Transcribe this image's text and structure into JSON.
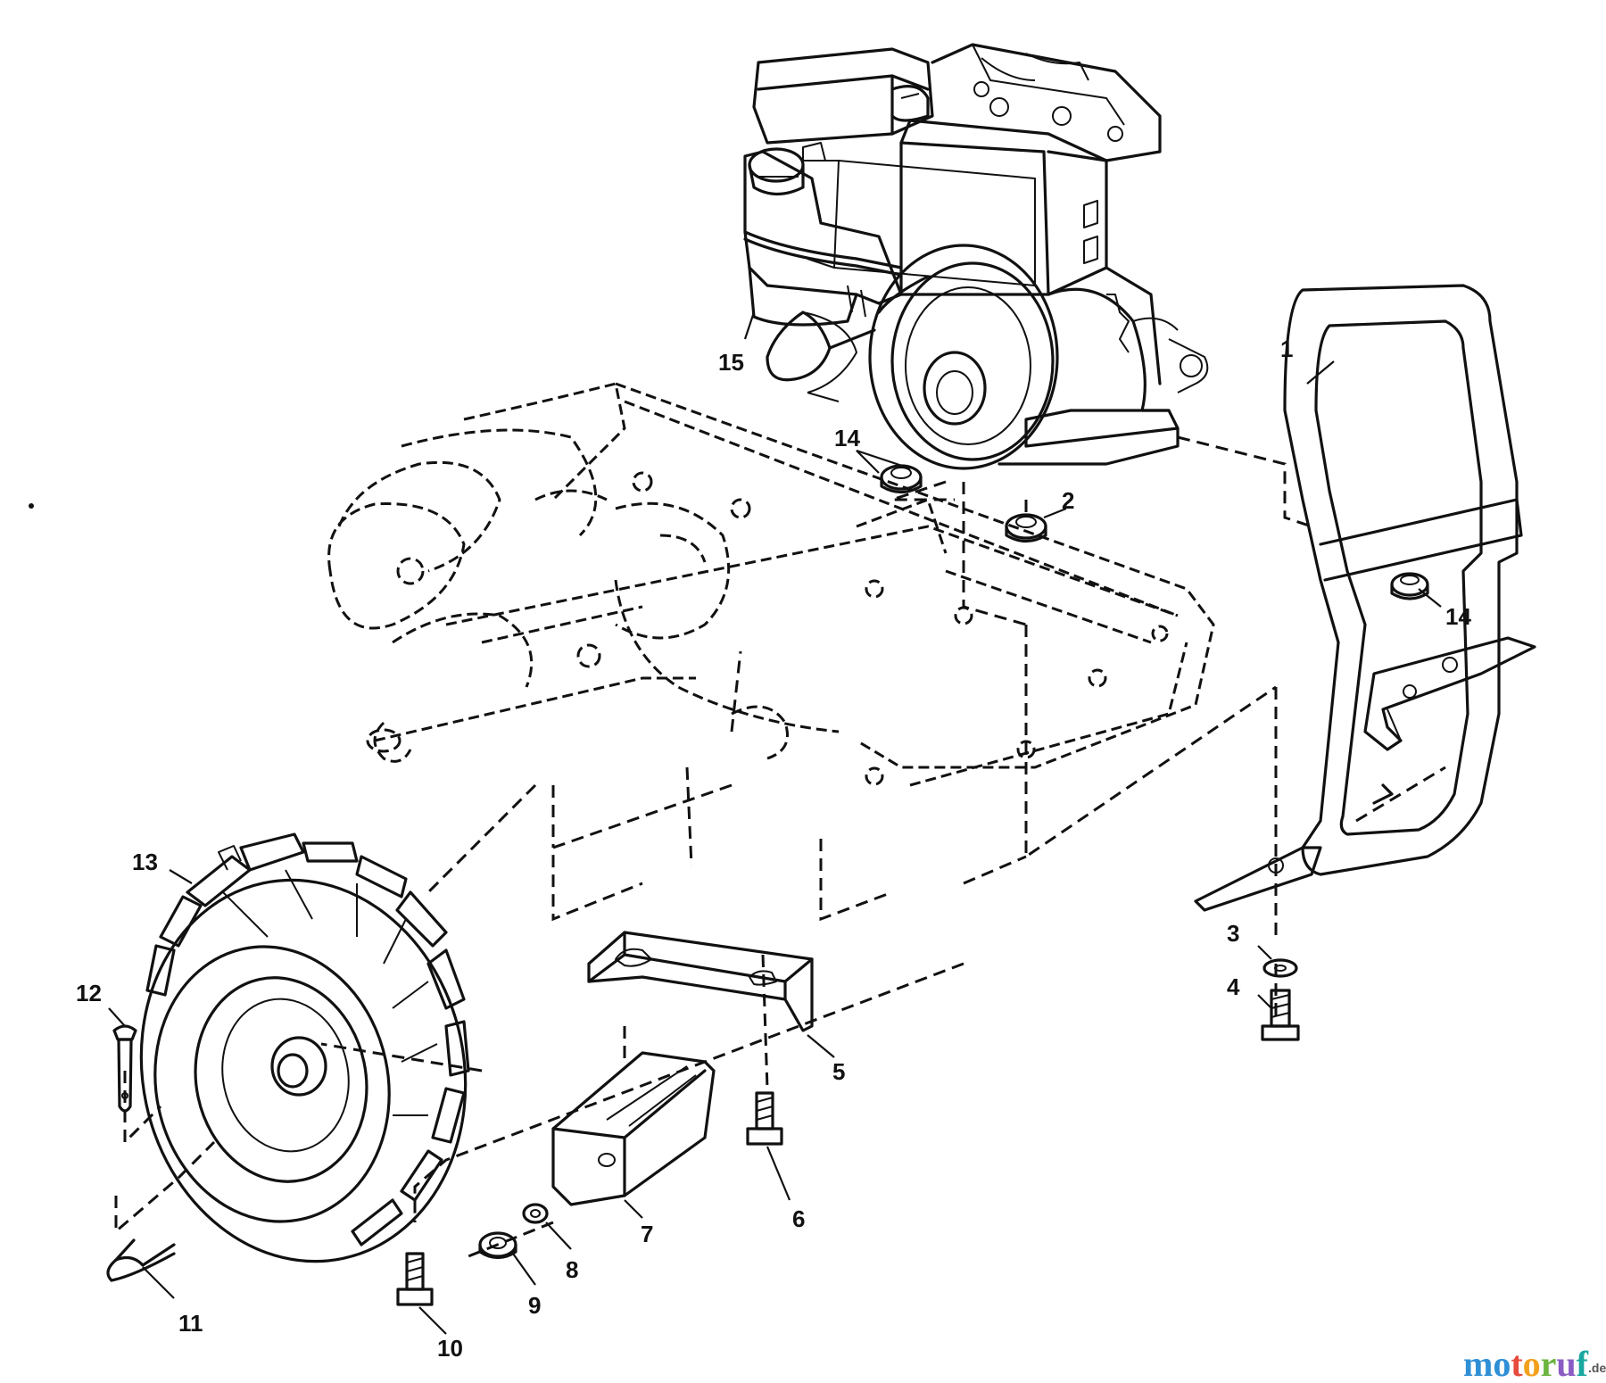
{
  "callouts": [
    {
      "label": "1"
    },
    {
      "label": "2"
    },
    {
      "label": "3"
    },
    {
      "label": "4"
    },
    {
      "label": "5"
    },
    {
      "label": "6"
    },
    {
      "label": "7"
    },
    {
      "label": "8"
    },
    {
      "label": "9"
    },
    {
      "label": "10"
    },
    {
      "label": "11"
    },
    {
      "label": "12"
    },
    {
      "label": "13"
    },
    {
      "label": "14"
    },
    {
      "label": "14"
    },
    {
      "label": "15"
    }
  ],
  "watermark": {
    "letters": [
      "m",
      "o",
      "t",
      "o",
      "r",
      "u",
      "f"
    ],
    "colors": [
      "#2f8fd6",
      "#2f8fd6",
      "#e64b3c",
      "#f2a11d",
      "#6bb540",
      "#8a5cc4",
      "#1aa7a0"
    ],
    "suffix": ".de"
  }
}
